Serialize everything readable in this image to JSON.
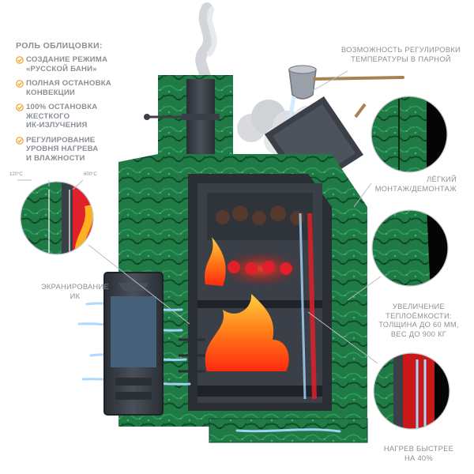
{
  "features_panel": {
    "title": "РОЛЬ ОБЛИЦОВКИ:",
    "items": [
      {
        "text": "СОЗДАНИЕ РЕЖИМА\n«РУССКОЙ БАНИ»"
      },
      {
        "text": "ПОЛНАЯ ОСТАНОВКА\nКОНВЕКЦИИ"
      },
      {
        "text": "100% ОСТАНОВКА\nЖЕСТКОГО\nИК-ИЗЛУЧЕНИЯ"
      },
      {
        "text": "РЕГУЛИРОВАНИЕ\nУРОВНЯ НАГРЕВА\nИ ВЛАЖНОСТИ"
      }
    ],
    "check_color": "#f0a020"
  },
  "callouts": {
    "temperature_control": "ВОЗМОЖНОСТЬ РЕГУЛИРОВКИ\nТЕМПЕРАТУРЫ В ПАРНОЙ",
    "easy_mounting": "ЛЁГКИЙ\nМОНТАЖ/ДЕМОНТАЖ",
    "ir_shielding": "ЭКРАНИРОВАНИЕ\nИК",
    "heat_capacity": "УВЕЛИЧЕНИЕ\nТЕПЛОЁМКОСТИ:\nТОЛЩИНА ДО 60 ММ,\nВЕС ДО 900 КГ",
    "faster_heating": "НАГРЕВ БЫСТРЕЕ\nНА 40%"
  },
  "temperatures": {
    "outer": "120°C",
    "inner": "600°C"
  },
  "icons": {
    "check": "check-circle-icon",
    "ladle": "ladle-icon",
    "door": "stove-door-icon",
    "damper": "damper-handle-icon"
  },
  "colors": {
    "stone": "#1f7a45",
    "stone_dark": "#0f4a28",
    "metal": "#3b4048",
    "fire": "#ff5a1a",
    "flame": "#ffb020",
    "heat": "#e0202a",
    "airflow": "#a8d8ff",
    "text": "#8a8f96"
  }
}
